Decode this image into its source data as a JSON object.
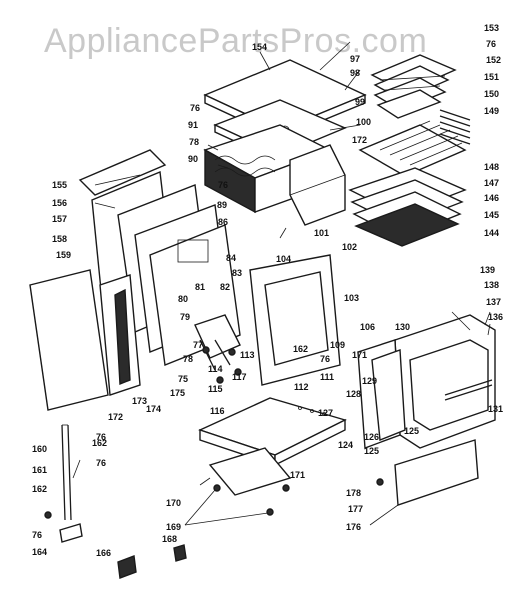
{
  "watermark": "AppliancePartsPros.com",
  "part_numbers": [
    "153",
    "154",
    "76",
    "152",
    "97",
    "98",
    "151",
    "150",
    "149",
    "76",
    "99",
    "100",
    "78",
    "172",
    "91",
    "90",
    "76",
    "89",
    "148",
    "147",
    "146",
    "145",
    "144",
    "155",
    "156",
    "157",
    "158",
    "86",
    "101",
    "84",
    "104",
    "159",
    "83",
    "102",
    "103",
    "139",
    "138",
    "137",
    "136",
    "81",
    "82",
    "80",
    "79",
    "77",
    "78",
    "113",
    "76",
    "162",
    "106",
    "109",
    "171",
    "130",
    "75",
    "114",
    "115",
    "116",
    "117",
    "173",
    "172",
    "174",
    "175",
    "76",
    "111",
    "129",
    "128",
    "112",
    "127",
    "126",
    "125",
    "124",
    "131",
    "125",
    "160",
    "162",
    "76",
    "161",
    "170",
    "171",
    "162",
    "169",
    "178",
    "177",
    "176",
    "76",
    "164",
    "166",
    "168"
  ]
}
